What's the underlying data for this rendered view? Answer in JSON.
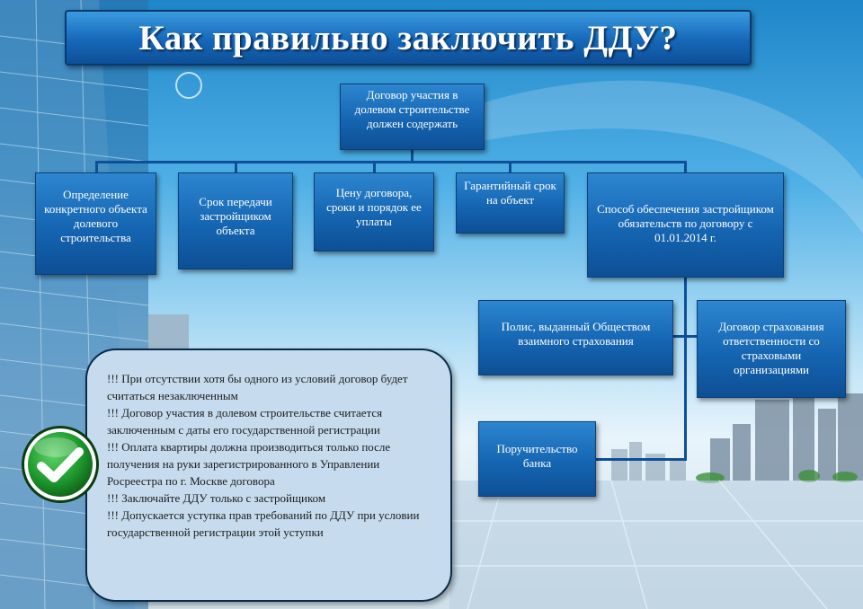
{
  "title": "Как правильно заключить ДДУ?",
  "root": "Договор участия в долевом строительстве должен содержать",
  "conditions": [
    "Определение конкретного объекта долевого строительства",
    "Срок передачи застройщиком объекта",
    "Цену договора, сроки и порядок ее уплаты",
    "Гарантийный срок на объект",
    "Способ обеспечения застройщиком обязательств по договору с 01.01.2014 г."
  ],
  "security_methods": [
    "Полис, выданный Обществом взаимного страхования",
    "Договор страхования ответственности со страховыми организациями",
    "Поручительство банка"
  ],
  "notes": [
    "!!! При отсутствии хотя бы одного из условий договор будет считаться незаключенным",
    "!!! Договор участия в долевом строительстве считается заключенным с даты его государственной регистрации",
    "!!! Оплата квартиры должна производиться только после получения на руки зарегистрированного в Управлении Росреестра по г. Москве договора",
    "!!! Заключайте ДДУ только с застройщиком",
    "!!! Допускается уступка прав требований по ДДУ при условии государственной регистрации этой уступки"
  ],
  "icons": {
    "check": "check-icon"
  },
  "colors": {
    "box": "#1565b2",
    "check_green": "#1f9a2e",
    "notes_bg": "#c6dcee"
  }
}
